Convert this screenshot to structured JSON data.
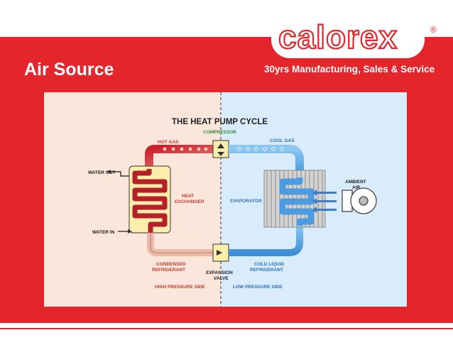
{
  "header": {
    "title": "Air Source",
    "brand": "calorex",
    "brand_mark": "®",
    "tagline": "30yrs Manufacturing, Sales & Service"
  },
  "diagram": {
    "title": "THE HEAT PUMP CYCLE",
    "labels": {
      "compressor": "COMPRESSOR",
      "hot_gas": "HOT GAS",
      "cool_gas": "COOL GAS",
      "water_out": "WATER OUT",
      "water_in": "WATER IN",
      "heat_exchanger_1": "HEAT",
      "heat_exchanger_2": "EXCHANGER",
      "evaporator": "EVAPORATOR",
      "ambient_1": "AMBIENT",
      "ambient_2": "AIR",
      "condensed_1": "CONDENSED",
      "condensed_2": "REFRIGERANT",
      "expansion_1": "EXPANSION",
      "expansion_2": "VALVE",
      "cold_liquid_1": "COLD LIQUID",
      "cold_liquid_2": "REFRIGERANT",
      "high_pressure": "HIGH PRESSURE SIDE",
      "low_pressure": "LOW PRESSURE SIDE"
    }
  },
  "colors": {
    "brand_red": "#e3262b",
    "hot_side_bg": "#fbe6dc",
    "cold_side_bg": "#d9ecfb",
    "hot_pipe": "#c8202c",
    "cool_pipe": "#5aa9e6",
    "compressor_label": "#2e8b3a",
    "label_red": "#c0392b",
    "label_blue": "#2f6fb3"
  }
}
